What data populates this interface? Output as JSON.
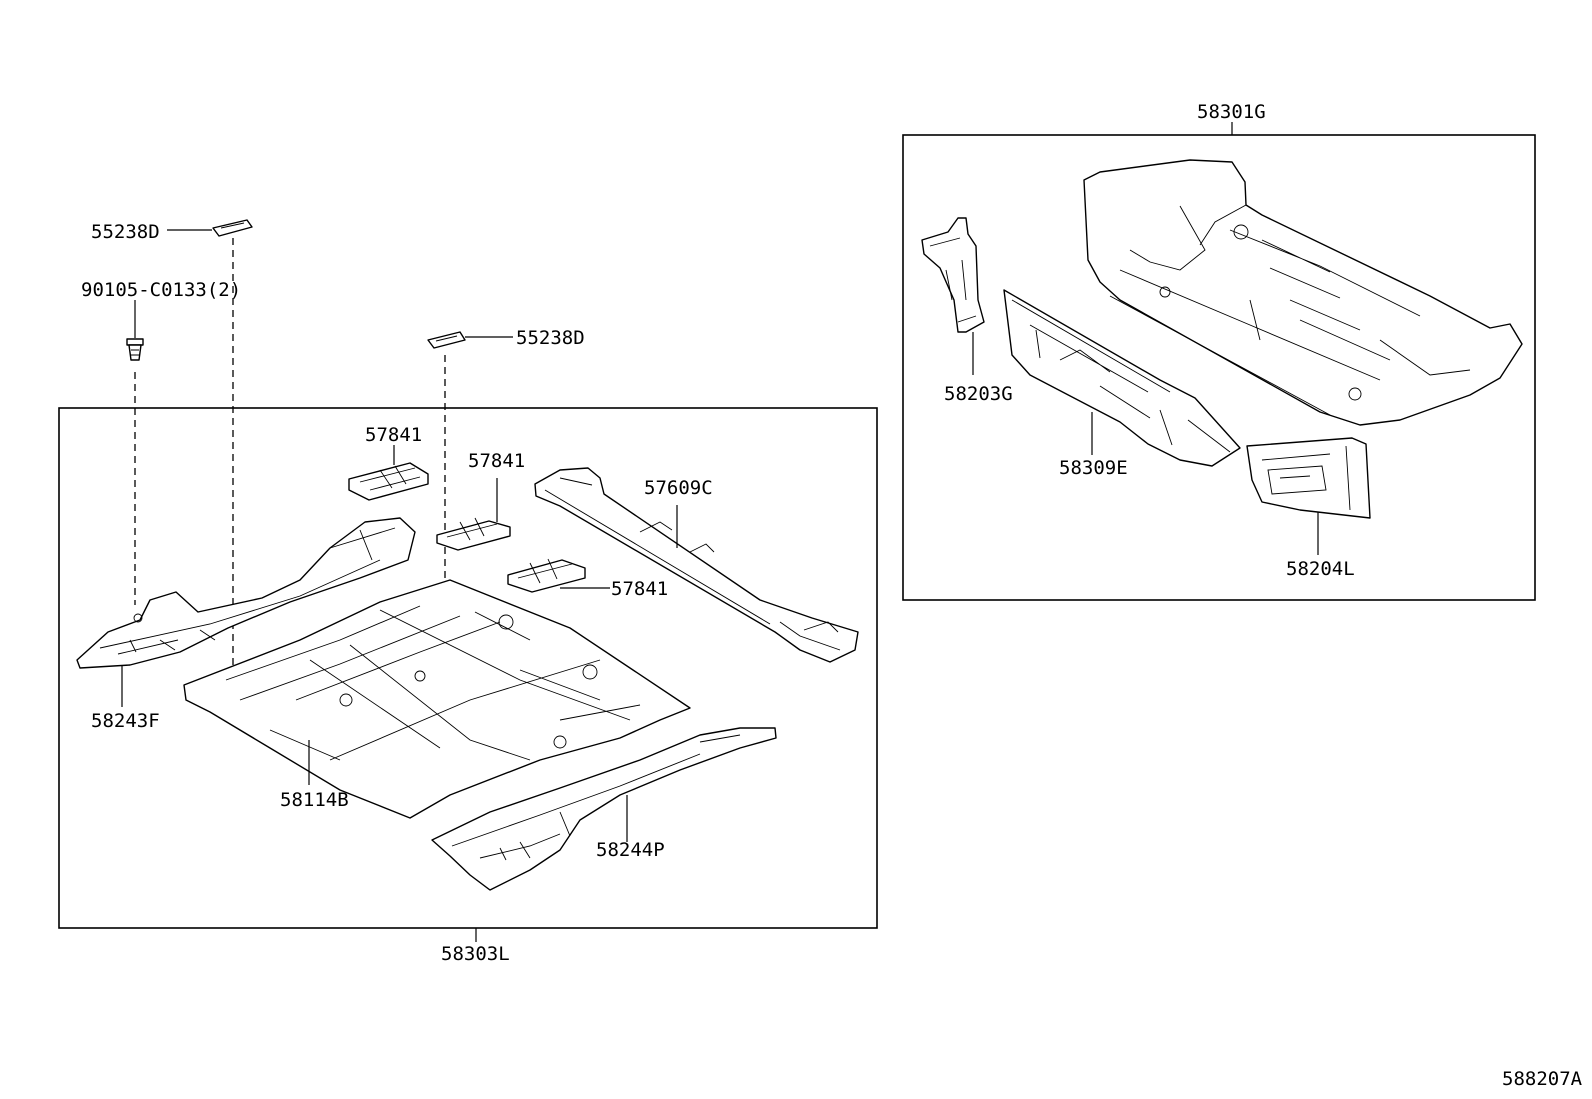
{
  "labels": {
    "assy_rear": "58301G",
    "assy_main": "58303L",
    "bracket_top": "55238D",
    "bracket_mid": "55238D",
    "bolt": "90105-C0133(2)",
    "bracket_a": "57841",
    "bracket_b": "57841",
    "bracket_c": "57841",
    "crossmember": "57609C",
    "side_left": "58243F",
    "floor_pan": "58114B",
    "side_right": "58244P",
    "rear_left": "58203G",
    "rear_cross": "58309E",
    "rear_right": "58204L",
    "diagram_id": "588207A"
  }
}
